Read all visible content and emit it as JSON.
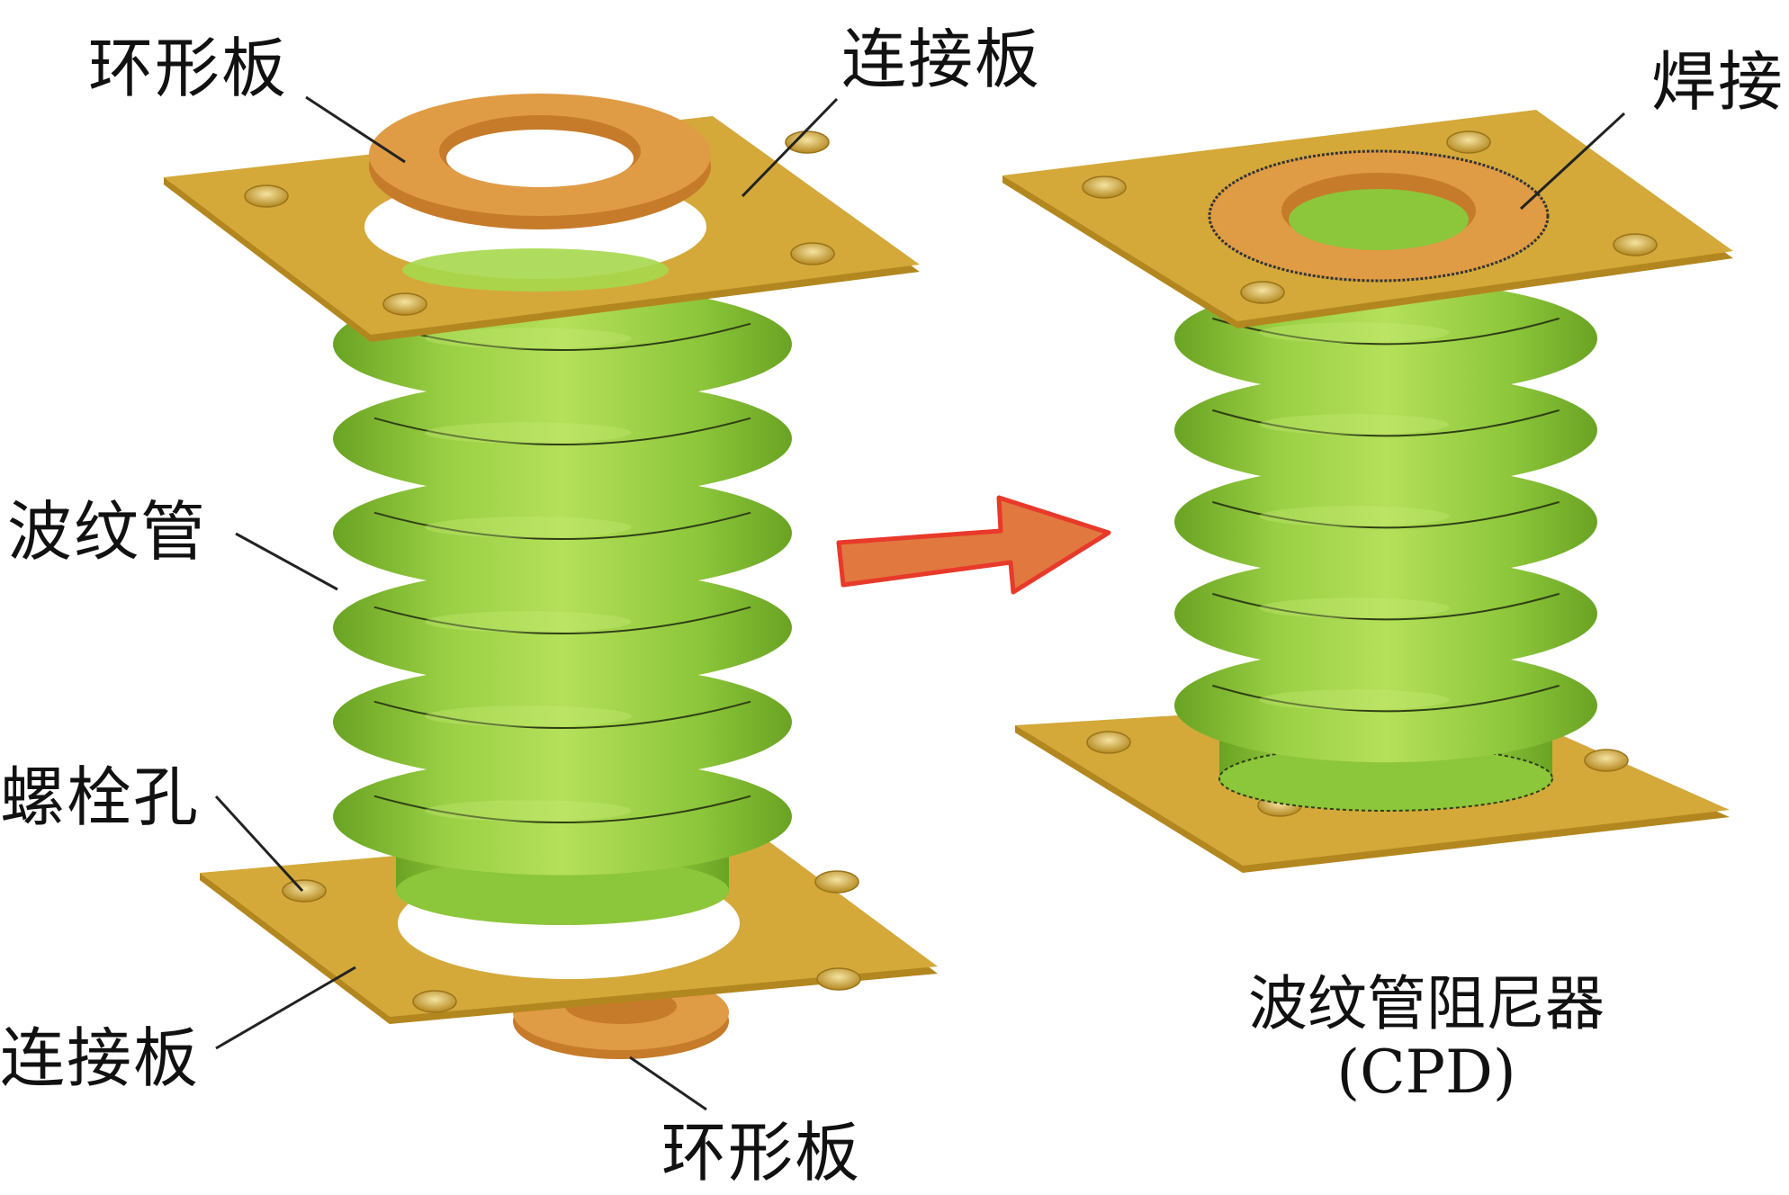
{
  "figure": {
    "colors": {
      "bellows_green": "#8cc63a",
      "bellows_green_light": "#b5e05a",
      "bellows_green_dark": "#6aa323",
      "plate_gold": "#d4a93a",
      "plate_gold_edge": "#b3871f",
      "ring_orange": "#e09b45",
      "ring_orange_dark": "#c67b2a",
      "arrow_fill": "#e07840",
      "arrow_stroke": "#e8392a",
      "leader_line": "#222222",
      "text": "#111111"
    },
    "left_assembly": {
      "labels": {
        "top_ring_plate": "环形板",
        "top_connecting_plate": "连接板",
        "bellows": "波纹管",
        "bolt_hole": "螺栓孔",
        "bottom_connecting_plate": "连接板",
        "bottom_ring_plate": "环形板"
      }
    },
    "right_assembly": {
      "labels": {
        "weld": "焊接"
      },
      "caption_line1": "波纹管阻尼器",
      "caption_line2": "(CPD)"
    },
    "arrow": {
      "direction": "right",
      "meaning": "assembly"
    }
  }
}
